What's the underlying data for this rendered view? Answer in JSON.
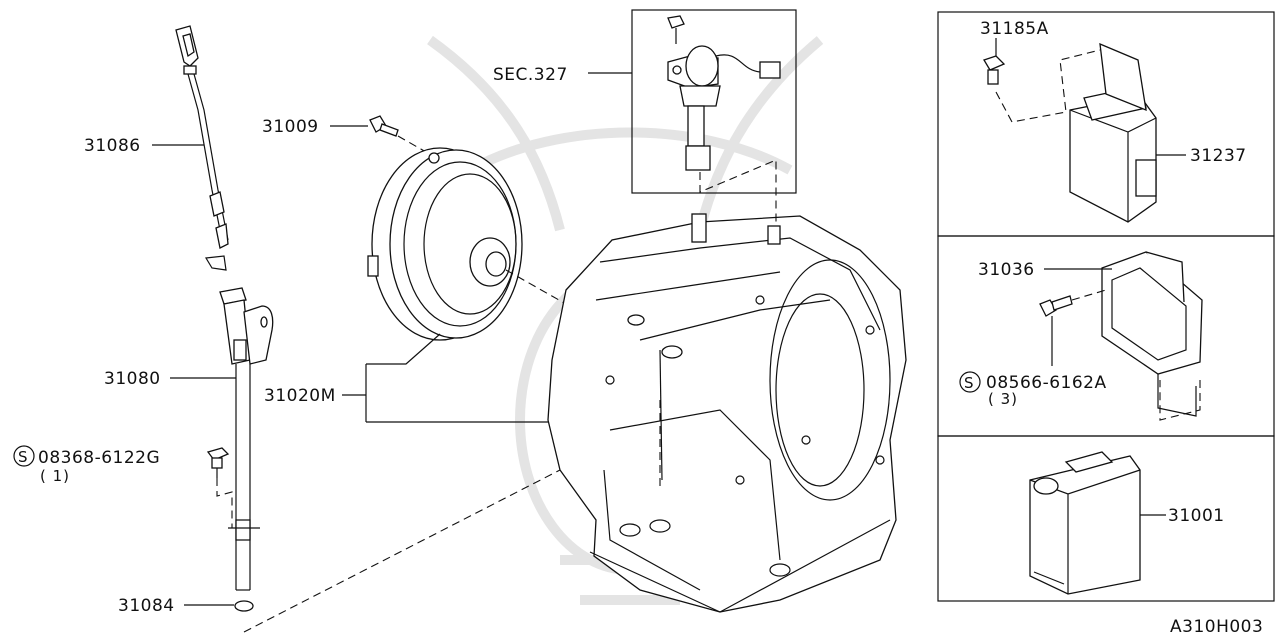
{
  "diagram": {
    "labels": {
      "p31086": "31086",
      "p31009": "31009",
      "p31080": "31080",
      "p31020M": "31020M",
      "s08368": "08368-6122G",
      "s08368_qty": "( 1)",
      "p31084": "31084",
      "sec327": "SEC.327",
      "p31185A": "31185A",
      "p31237": "31237",
      "p31036": "31036",
      "s08566": "08566-6162A",
      "s08566_qty": "( 3)",
      "p31001": "31001"
    },
    "screw_symbol": "S",
    "figure_code": "A310H003"
  }
}
